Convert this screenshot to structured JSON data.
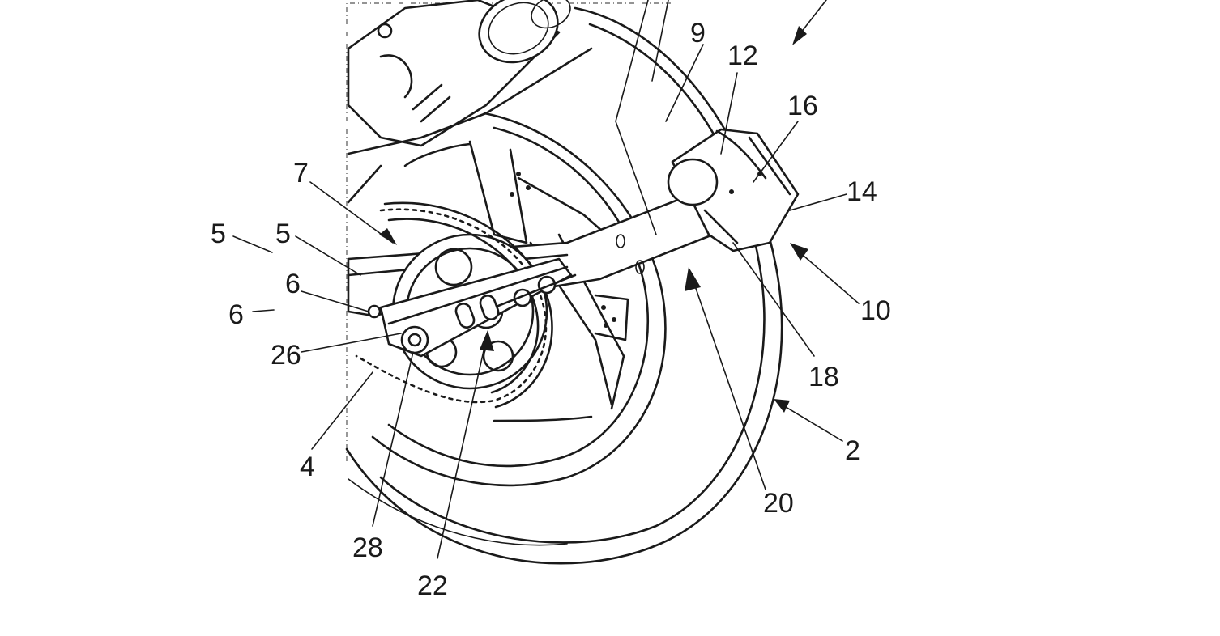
{
  "labels": {
    "n2": "2",
    "n4": "4",
    "n5a": "5",
    "n5b": "5",
    "n6a": "6",
    "n6b": "6",
    "n7": "7",
    "n9": "9",
    "n10": "10",
    "n12": "12",
    "n14": "14",
    "n16": "16",
    "n18": "18",
    "n20": "20",
    "n22": "22",
    "n26": "26",
    "n28": "28"
  }
}
